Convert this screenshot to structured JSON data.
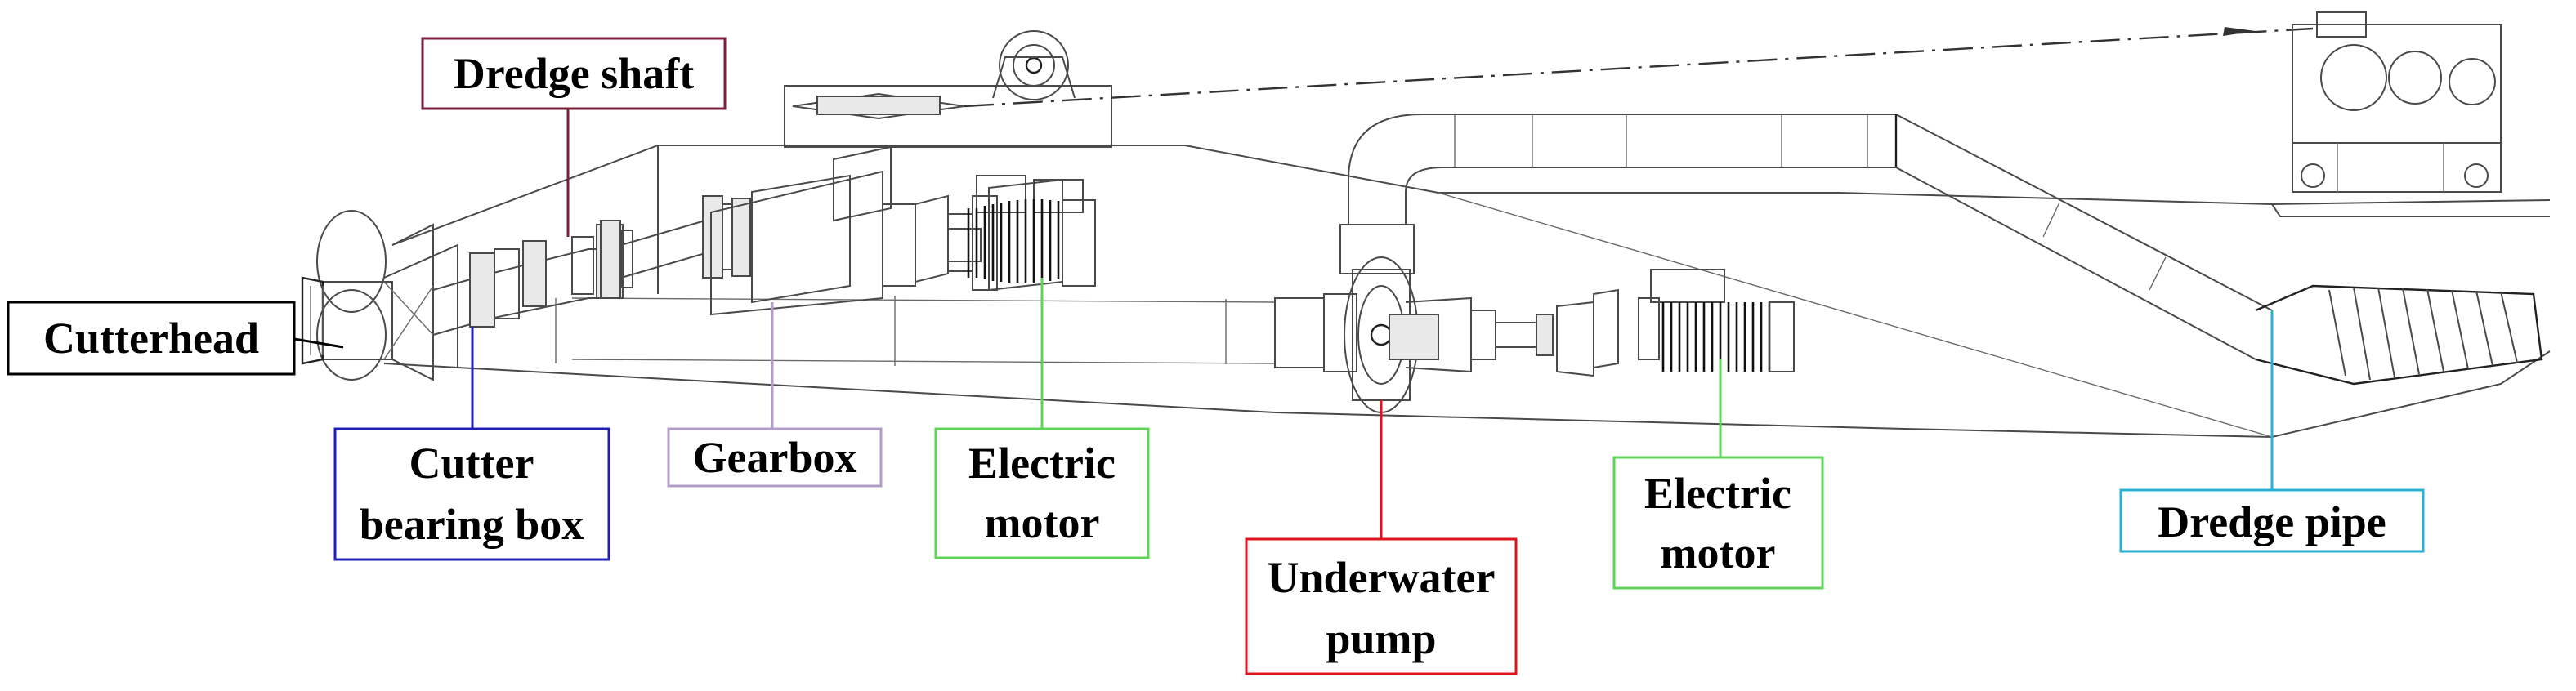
{
  "labels": {
    "dredge_shaft": {
      "text": "Dredge shaft",
      "color": "#7b1f3a"
    },
    "cutterhead": {
      "text": "Cutterhead",
      "color": "#000000"
    },
    "cutter_bearing_box": {
      "line1": "Cutter",
      "line2": "bearing box",
      "color": "#1f1fb5"
    },
    "gearbox": {
      "text": "Gearbox",
      "color": "#b49cc8"
    },
    "electric_motor_1": {
      "line1": "Electric",
      "line2": "motor",
      "color": "#5fd35a"
    },
    "underwater_pump": {
      "line1": "Underwater",
      "line2": "pump",
      "color": "#e0141e"
    },
    "electric_motor_2": {
      "line1": "Electric",
      "line2": "motor",
      "color": "#5fd35a"
    },
    "dredge_pipe": {
      "text": "Dredge pipe",
      "color": "#29b2d6"
    }
  },
  "colors": {
    "drawing_line": "#4a4a4a",
    "background": "#ffffff"
  }
}
